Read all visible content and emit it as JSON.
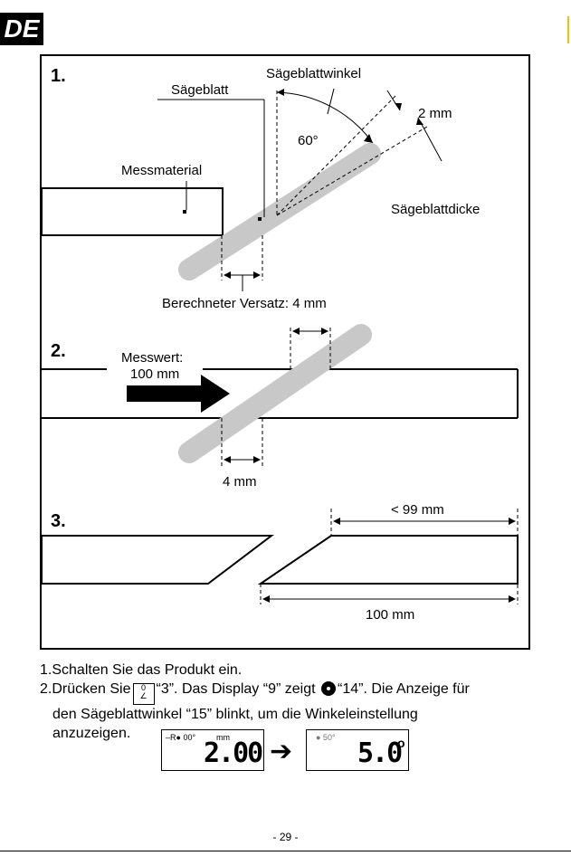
{
  "header": {
    "lang": "DE"
  },
  "step1": {
    "number": "1.",
    "saw_blade": "Sägeblatt",
    "saw_angle": "Sägeblattwinkel",
    "thickness_value": "2 mm",
    "angle_value": "60°",
    "material": "Messmaterial",
    "blade_thickness": "Sägeblattdicke",
    "offset": "Berechneter Versatz: 4 mm"
  },
  "step2": {
    "number": "2.",
    "measured_label": "Messwert:",
    "measured_value": "100 mm",
    "offset_value": "4 mm"
  },
  "step3": {
    "number": "3.",
    "less_value": "< 99 mm",
    "full_value": "100 mm"
  },
  "instructions": {
    "line1": "1.Schalten Sie das Produkt ein.",
    "line2a": "2.Drücken Sie",
    "key_top": "0",
    "key_bottom": "∠",
    "line2b": "“3”. Das Display “9” zeigt",
    "line2c": "“14”. Die Anzeige für",
    "line3": "den Sägeblattwinkel “15” blinkt, um die Winkeleinstellung",
    "line4": "anzuzeigen."
  },
  "display1": {
    "indicator": "–R● 00°",
    "unit": "mm",
    "value": "2.00"
  },
  "display2": {
    "indicator": "● 50°",
    "value": "5.0",
    "degree": "o"
  },
  "footer": {
    "page": "- 29 -"
  }
}
